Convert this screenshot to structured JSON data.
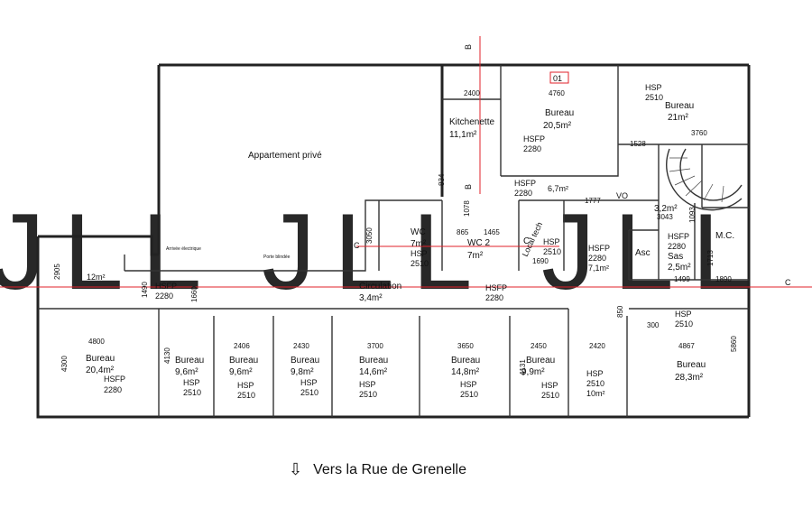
{
  "plan": {
    "room_marker": "01",
    "caption": "Vers la Rue de Grenelle",
    "rooms": {
      "appartement": "Appartement privé",
      "kitchenette": "Kitchenette",
      "kitchenette_area": "11,1m²",
      "bureau_top": "Bureau",
      "bureau_top_area": "20,5m²",
      "bureau_top_hsfp": "HSFP",
      "bureau_top_hsfp_val": "2280",
      "bureau_right_hsp": "HSP",
      "bureau_right_hsp_val": "2510",
      "bureau_right": "Bureau",
      "bureau_right_area": "21m²",
      "hsfp_mid": "HSFP",
      "hsfp_mid_val": "2280",
      "area_67": "6,7m²",
      "wc1": "WC",
      "wc1_area": "7m²",
      "wc1_hsp": "HSP",
      "wc1_hsp_val": "2510",
      "wc2": "WC 2",
      "wc2_area": "7m²",
      "wc_c": "C",
      "local_tech": "Local tech",
      "local_hsp": "HSP",
      "local_hsp_val": "2510",
      "hsfp_right": "HSFP",
      "hsfp_right_val": "2280",
      "area_71": "7,1m²",
      "asc": "Asc",
      "sas_hsfp": "HSFP",
      "sas_hsfp_val": "2280",
      "sas": "Sas",
      "sas_area": "2,5m²",
      "mc": "M.C.",
      "area_32": "3,2m²",
      "vo": "VO",
      "area_12": "12m²",
      "arrivee": "Arrivée électrique",
      "porte": "Porte blindée",
      "circulation": "Circulation",
      "circulation_area": "3,4m²",
      "circ_hsfp_left": "HSFP",
      "circ_hsfp_left_val": "2280",
      "circ_hsfp_right": "HSFP",
      "circ_hsfp_right_val": "2280",
      "hsp_right_circ": "HSP",
      "hsp_right_circ_val": "2510",
      "b1": "Bureau",
      "b1_area": "20,4m²",
      "b1_hsfp": "HSFP",
      "b1_hsfp_val": "2280",
      "b2": "Bureau",
      "b2_area": "9,6m²",
      "b2_hsp": "HSP",
      "b2_hsp_val": "2510",
      "b3": "Bureau",
      "b3_area": "9,6m²",
      "b3_hsp": "HSP",
      "b3_hsp_val": "2510",
      "b4": "Bureau",
      "b4_area": "9,8m²",
      "b4_hsp": "HSP",
      "b4_hsp_val": "2510",
      "b5": "Bureau",
      "b5_area": "14,6m²",
      "b5_hsp": "HSP",
      "b5_hsp_val": "2510",
      "b6": "Bureau",
      "b6_area": "14,8m²",
      "b6_hsp": "HSP",
      "b6_hsp_val": "2510",
      "b7": "Bureau",
      "b7_area": "9,9m²",
      "b7_hsp": "HSP",
      "b7_hsp_val": "2510",
      "b8_hsp": "HSP",
      "b8_hsp_val": "2510",
      "b8_area": "10m²",
      "b9": "Bureau",
      "b9_area": "28,3m²"
    },
    "dimensions": {
      "d2400": "2400",
      "d4760": "4760",
      "d3760": "3760",
      "d1528": "1528",
      "d834": "834",
      "d1777": "1777",
      "d3043": "3043",
      "d1093": "1093",
      "d3050": "3050",
      "d865": "865",
      "d1465": "1465",
      "d1078": "1078",
      "d1690": "1690",
      "d1713": "1713",
      "d1499": "1499",
      "d1890": "1890",
      "d2905": "2905",
      "d1490": "1490",
      "d1660": "1660",
      "d850": "850",
      "d300": "300",
      "d4800": "4800",
      "d4300": "4300",
      "d4130": "4130",
      "d2406": "2406",
      "d2430": "2430",
      "d3700": "3700",
      "d3650": "3650",
      "d4131": "4131",
      "d2450": "2450",
      "d2420": "2420",
      "d4867": "4867",
      "d5860": "5860"
    },
    "section_marks": {
      "b_top": "B",
      "b_mid": "B",
      "c_left": "C",
      "c_right": "C"
    },
    "watermark": "JLL"
  }
}
